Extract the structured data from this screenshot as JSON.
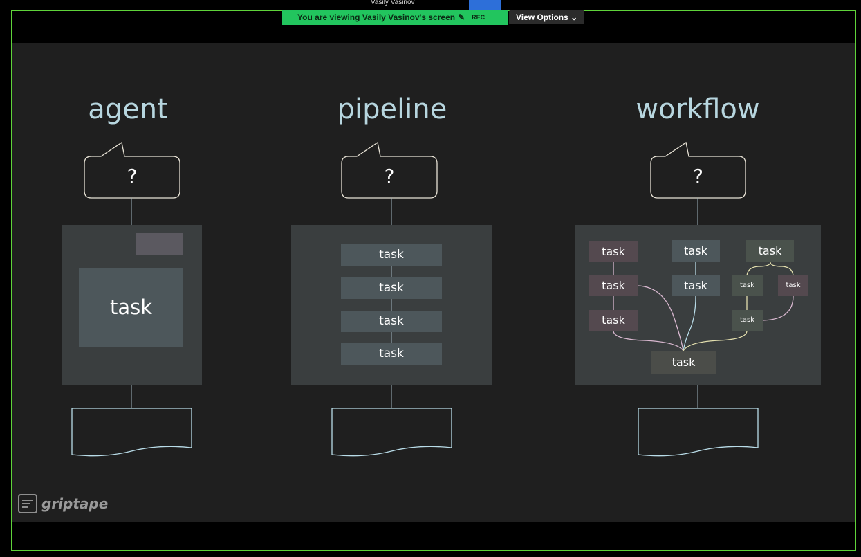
{
  "meeting": {
    "presenter_name": "Vasily Vasinov",
    "viewing_label": "You are viewing  Vasily Vasinov's screen",
    "rec_label": "REC",
    "view_options_label": "View Options ⌄"
  },
  "slide": {
    "columns": [
      {
        "title": "agent",
        "prompt": "?"
      },
      {
        "title": "pipeline",
        "prompt": "?"
      },
      {
        "title": "workflow",
        "prompt": "?"
      }
    ],
    "agent_task": "task",
    "pipeline_tasks": [
      "task",
      "task",
      "task",
      "task"
    ],
    "workflow_tasks": {
      "left": [
        "task",
        "task",
        "task"
      ],
      "middle": [
        "task",
        "task"
      ],
      "right_top": "task",
      "right_small": [
        "task",
        "task",
        "task"
      ],
      "bottom": "task"
    },
    "logo_text": "griptape",
    "colors": {
      "line": "#9fb3bd",
      "panel": "#3a3e3f",
      "task": "#4d575b",
      "task_purple": "#54494f",
      "task_green": "#4a524c",
      "curve_pink": "#d9b8d0",
      "curve_blue": "#b9dce8",
      "curve_yellow": "#e3dfae"
    }
  }
}
